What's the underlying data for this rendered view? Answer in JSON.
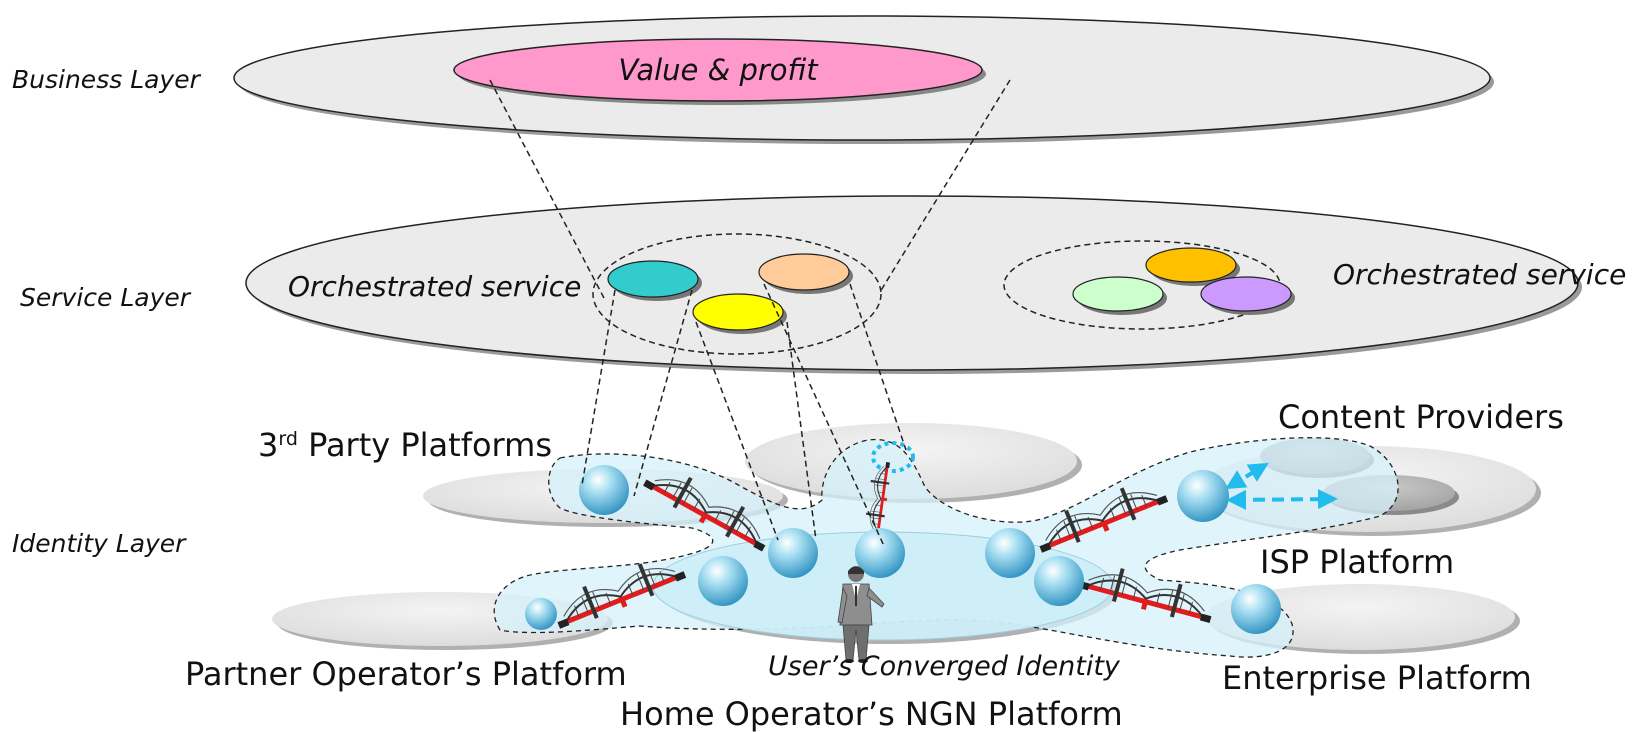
{
  "layers": {
    "business": "Business Layer",
    "service": "Service Layer",
    "identity": "Identity Layer"
  },
  "business": {
    "value_profit": "Value & profit"
  },
  "service": {
    "orchestrated_left": "Orchestrated service",
    "orchestrated_right": "Orchestrated service"
  },
  "platforms": {
    "third_party_sup": "rd",
    "third_party_rest": " Party Platforms",
    "content_providers": "Content Providers",
    "isp": "ISP Platform",
    "partner": "Partner Operator’s Platform",
    "enterprise": "Enterprise Platform",
    "home": "Home Operator’s NGN Platform"
  },
  "user": {
    "converged_identity": "User’s Converged Identity"
  },
  "colors": {
    "layer_fill": "#ebebeb",
    "value_fill": "#ff99cc",
    "teal": "#33cccc",
    "peach": "#ffcc99",
    "yellow": "#ffff00",
    "orange": "#ffc000",
    "lightgreen": "#ccffcc",
    "lavender": "#cc99ff",
    "identity_region": "#d6f0fa",
    "bridge_red": "#e21c1c",
    "arrow_cyan": "#22bbee"
  }
}
